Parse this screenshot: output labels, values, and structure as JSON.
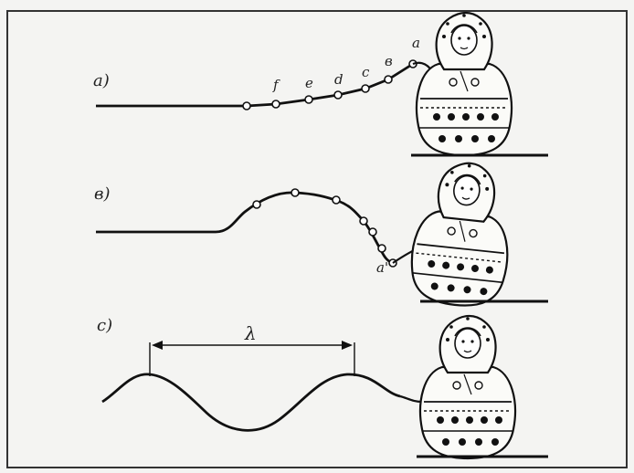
{
  "panels": [
    {
      "label": "a)",
      "points": [
        "f",
        "e",
        "d",
        "c",
        "в",
        "a"
      ]
    },
    {
      "label": "в)",
      "points": [
        "a'"
      ]
    },
    {
      "label": "c)",
      "wavelength_label": "λ"
    }
  ]
}
